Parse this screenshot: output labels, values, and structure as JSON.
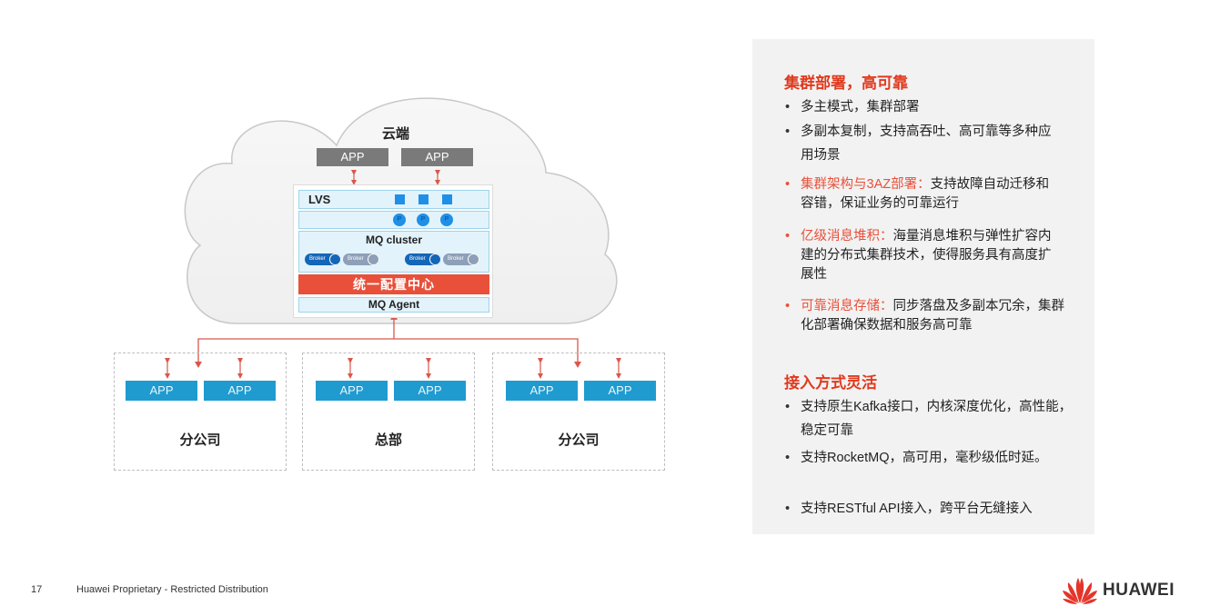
{
  "diagram": {
    "cloud": {
      "title": "云端",
      "apps": [
        {
          "label": "APP"
        },
        {
          "label": "APP"
        }
      ]
    },
    "mq_stack": {
      "lvs_label": "LVS",
      "lvs_nodes": 3,
      "proxy_nodes": [
        {
          "label": "P"
        },
        {
          "label": "P"
        },
        {
          "label": "P"
        }
      ],
      "cluster_label": "MQ cluster",
      "brokers": [
        {
          "label": "Broker",
          "state": "active"
        },
        {
          "label": "Broker",
          "state": "standby"
        },
        {
          "label": "Broker",
          "state": "active"
        },
        {
          "label": "Broker",
          "state": "standby"
        }
      ],
      "config_center": "统一配置中心",
      "agent_label": "MQ Agent"
    },
    "offices": [
      {
        "label": "分公司",
        "apps": [
          {
            "label": "APP"
          },
          {
            "label": "APP"
          }
        ]
      },
      {
        "label": "总部",
        "apps": [
          {
            "label": "APP"
          },
          {
            "label": "APP"
          }
        ]
      },
      {
        "label": "分公司",
        "apps": [
          {
            "label": "APP"
          },
          {
            "label": "APP"
          }
        ]
      }
    ],
    "colors": {
      "accent_red": "#e8503a",
      "app_blue": "#1f9bd0",
      "app_gray": "#7a7a7a",
      "layer_bg": "#e3f3fb",
      "broker_active": "#1466b8",
      "broker_standby": "#8e9fb8"
    }
  },
  "panel": {
    "section1": {
      "title": "集群部署，高可靠",
      "bullets": [
        {
          "text": "多主模式，集群部署"
        },
        {
          "text": "多副本复制，支持高吞吐、高可靠等多种应用场景"
        },
        {
          "highlight": "集群架构与3AZ部署：",
          "text": "支持故障自动迁移和容错，保证业务的可靠运行"
        },
        {
          "highlight": "亿级消息堆积：",
          "text": "海量消息堆积与弹性扩容内建的分布式集群技术，使得服务具有高度扩展性"
        },
        {
          "highlight": "可靠消息存储：",
          "text": "同步落盘及多副本冗余，集群化部署确保数据和服务高可靠"
        }
      ]
    },
    "section2": {
      "title": "接入方式灵活",
      "bullets": [
        {
          "text": "支持原生Kafka接口，内核深度优化，高性能，稳定可靠"
        },
        {
          "text": "支持RocketMQ，高可用，毫秒级低时延。"
        },
        {
          "text": "支持RESTful API接入，跨平台无缝接入"
        }
      ]
    }
  },
  "footer": {
    "page_number": "17",
    "notice": "Huawei Proprietary - Restricted Distribution",
    "brand": "HUAWEI"
  }
}
